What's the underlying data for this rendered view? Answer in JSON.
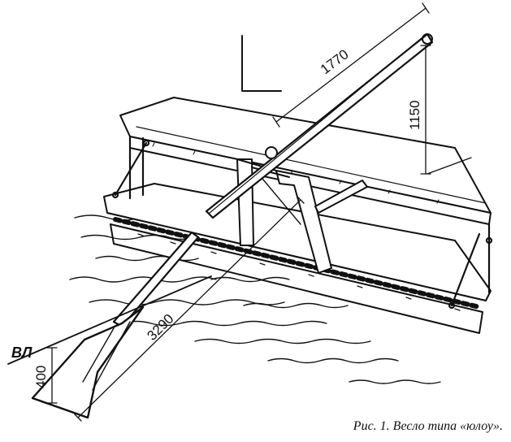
{
  "figure": {
    "caption": "Рис. 1. Весло типа «юлоу».",
    "waterline_label": "ВЛ",
    "dimensions": {
      "oar_upper_length": "1770",
      "oar_height": "1150",
      "oar_total_length": "3290",
      "blade_depth": "400"
    }
  },
  "colors": {
    "ink": "#111111",
    "paper": "#ffffff"
  }
}
